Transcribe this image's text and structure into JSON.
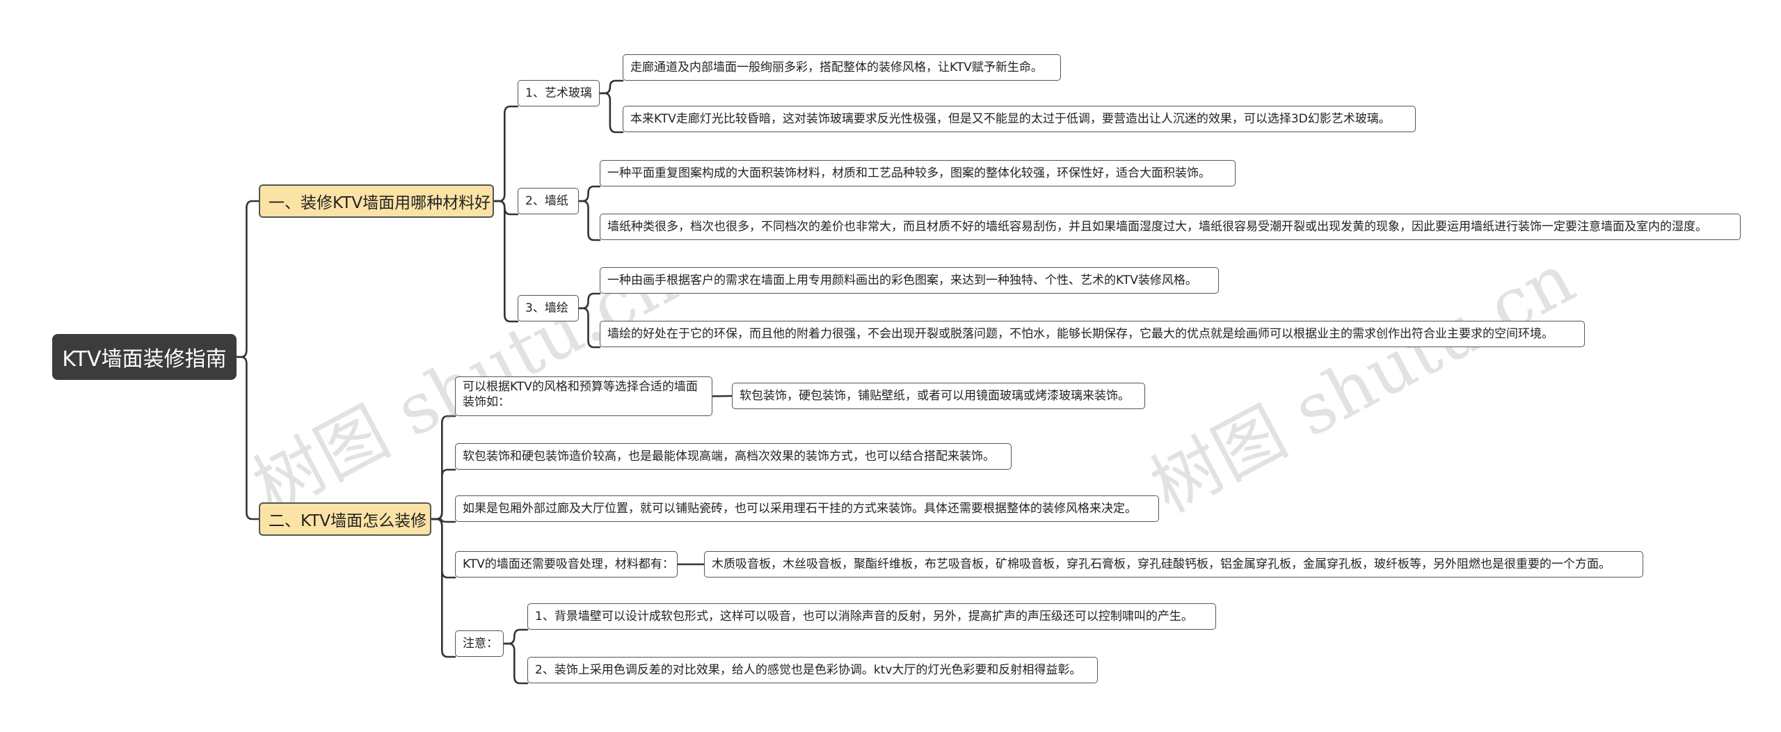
{
  "root": {
    "label": "KTV墙面装修指南"
  },
  "branch1": {
    "label": "一、装修KTV墙面用哪种材料好",
    "children": [
      {
        "label": "1、艺术玻璃",
        "notes": [
          "走廊通道及内部墙面一般绚丽多彩，搭配整体的装修风格，让KTV赋予新生命。",
          "本来KTV走廊灯光比较昏暗，这对装饰玻璃要求反光性极强，但是又不能显的太过于低调，要营造出让人沉迷的效果，可以选择3D幻影艺术玻璃。"
        ]
      },
      {
        "label": "2、墙纸",
        "notes": [
          "一种平面重复图案构成的大面积装饰材料，材质和工艺品种较多，图案的整体化较强，环保性好，适合大面积装饰。",
          "墙纸种类很多，档次也很多，不同档次的差价也非常大，而且材质不好的墙纸容易刮伤，并且如果墙面湿度过大，墙纸很容易受潮开裂或出现发黄的现象，因此要运用墙纸进行装饰一定要注意墙面及室内的湿度。"
        ]
      },
      {
        "label": "3、墙绘",
        "notes": [
          "一种由画手根据客户的需求在墙面上用专用颜料画出的彩色图案，来达到一种独特、个性、艺术的KTV装修风格。",
          "墙绘的好处在于它的环保，而且他的附着力很强，不会出现开裂或脱落问题，不怕水，能够长期保存，它最大的优点就是绘画师可以根据业主的需求创作出符合业主要求的空间环境。"
        ]
      }
    ]
  },
  "branch2": {
    "label": "二、KTV墙面怎么装修",
    "children": [
      {
        "label": "可以根据KTV的风格和预算等选择合适的墙面装饰如：",
        "notes": [
          "软包装饰，硬包装饰，铺贴壁纸，或者可以用镜面玻璃或烤漆玻璃来装饰。"
        ]
      },
      {
        "label": "软包装饰和硬包装饰造价较高，也是最能体现高端，高档次效果的装饰方式，也可以结合搭配来装饰。",
        "notes": []
      },
      {
        "label": "如果是包厢外部过廊及大厅位置，就可以铺贴瓷砖，也可以采用理石干挂的方式来装饰。具体还需要根据整体的装修风格来决定。",
        "notes": []
      },
      {
        "label": "KTV的墙面还需要吸音处理，材料都有：",
        "notes": [
          "木质吸音板，木丝吸音板，聚酯纤维板，布艺吸音板，矿棉吸音板，穿孔石膏板，穿孔硅酸钙板，铝金属穿孔板，金属穿孔板，玻纤板等，另外阻燃也是很重要的一个方面。"
        ]
      },
      {
        "label": "注意：",
        "notes": [
          "1、背景墙壁可以设计成软包形式，这样可以吸音，也可以消除声音的反射，另外，提高扩声的声压级还可以控制啸叫的产生。",
          "2、装饰上采用色调反差的对比效果，给人的感觉也是色彩协调。ktv大厅的灯光色彩要和反射相得益彰。"
        ]
      }
    ]
  },
  "watermarks": [
    "树图 shutu.cn",
    "树图 shutu.cn"
  ],
  "colors": {
    "root_bg": "#3c3c3c",
    "main_bg": "#fbe3a6",
    "line": "#333333"
  }
}
